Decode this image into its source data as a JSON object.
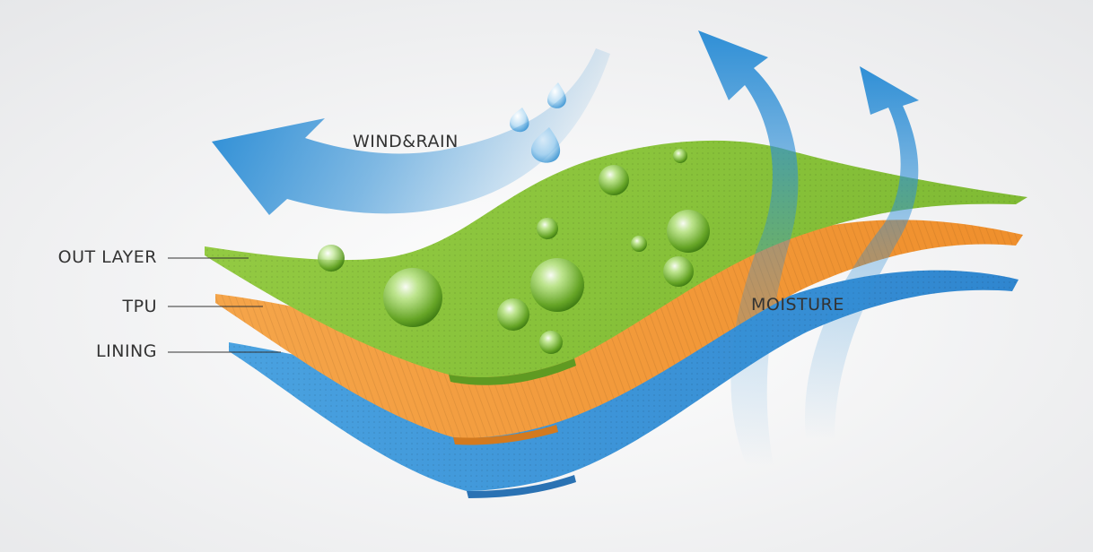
{
  "labels": {
    "out_layer": "OUT LAYER",
    "tpu": "TPU",
    "lining": "LINING",
    "wind_rain": "WIND&RAIN",
    "moisture": "MOISTURE"
  },
  "colors": {
    "out_layer": "#8cc63e",
    "tpu": "#f39a3a",
    "lining": "#3f97d8",
    "arrow": "#2f8fd6",
    "label_text": "#333333"
  }
}
